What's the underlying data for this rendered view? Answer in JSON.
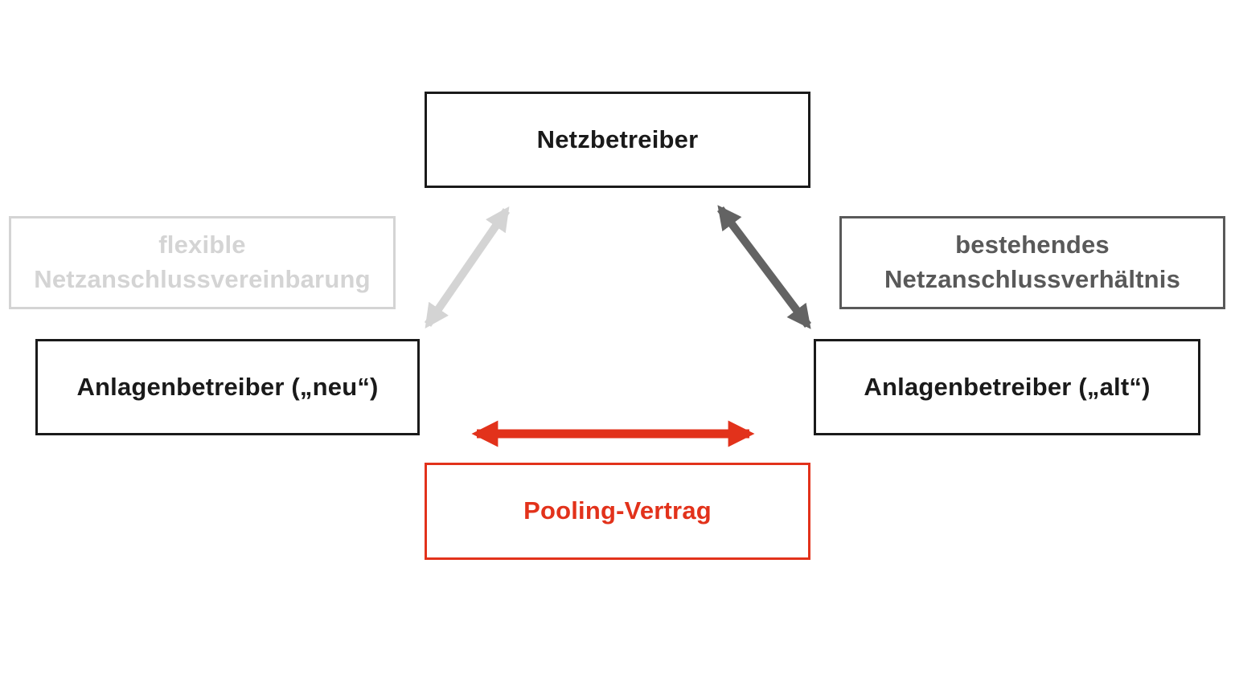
{
  "diagram": {
    "background": "#ffffff",
    "colors": {
      "black": "#1a1a1a",
      "light_gray": "#d4d4d4",
      "dark_gray": "#595959",
      "dark_gray_arrow": "#636363",
      "red": "#e2321b"
    },
    "nodes": {
      "netzbetreiber": {
        "label": "Netzbetreiber"
      },
      "flexible_netzanschlussvereinbarung": {
        "line1": "flexible",
        "line2": "Netzanschlussvereinbarung"
      },
      "bestehendes_netzanschlussverhaeltnis": {
        "line1": "bestehendes",
        "line2": "Netzanschlussverhältnis"
      },
      "anlagenbetreiber_neu": {
        "label": "Anlagenbetreiber („neu“)"
      },
      "anlagenbetreiber_alt": {
        "label": "Anlagenbetreiber („alt“)"
      },
      "pooling_vertrag": {
        "label": "Pooling-Vertrag"
      }
    },
    "edges": [
      {
        "from": "netzbetreiber",
        "to": "anlagenbetreiber_neu",
        "style": "double-arrow",
        "color": "#d4d4d4"
      },
      {
        "from": "netzbetreiber",
        "to": "anlagenbetreiber_alt",
        "style": "double-arrow",
        "color": "#636363"
      },
      {
        "from": "anlagenbetreiber_neu",
        "to": "anlagenbetreiber_alt",
        "style": "double-arrow",
        "color": "#e2321b"
      }
    ]
  }
}
